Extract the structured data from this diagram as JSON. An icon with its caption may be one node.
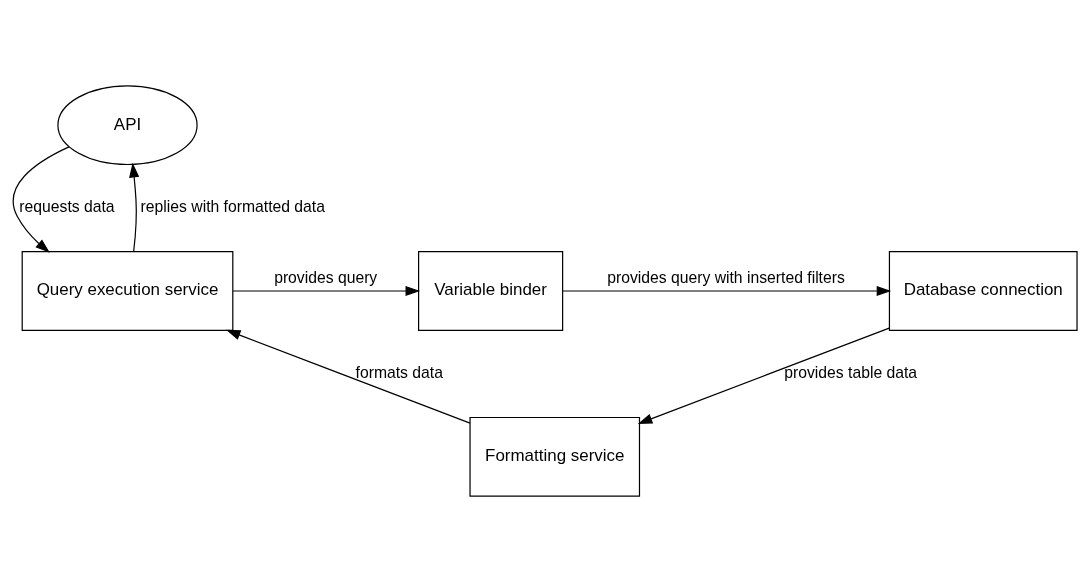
{
  "diagram": {
    "nodes": [
      {
        "text": [
          "API"
        ]
      },
      {
        "text": [
          "Query execution service"
        ]
      },
      {
        "text": [
          "Variable binder"
        ]
      },
      {
        "text": [
          "Database connection"
        ]
      },
      {
        "text": [
          "Formatting service"
        ]
      }
    ],
    "edges": [
      {
        "from": 1,
        "to": 0,
        "arrow": "to",
        "label": "replies with formatted data"
      },
      {
        "from": 0,
        "to": 1,
        "arrow": "to",
        "label": "requests data"
      },
      {
        "from": 1,
        "to": 2,
        "arrow": "to",
        "label": "provides query"
      },
      {
        "from": 2,
        "to": 3,
        "arrow": "to",
        "label": "provides query with inserted filters"
      },
      {
        "from": 3,
        "to": 4,
        "arrow": "to",
        "label": "provides table data"
      },
      {
        "from": 4,
        "to": 1,
        "arrow": "to",
        "label": "formats data"
      }
    ]
  }
}
